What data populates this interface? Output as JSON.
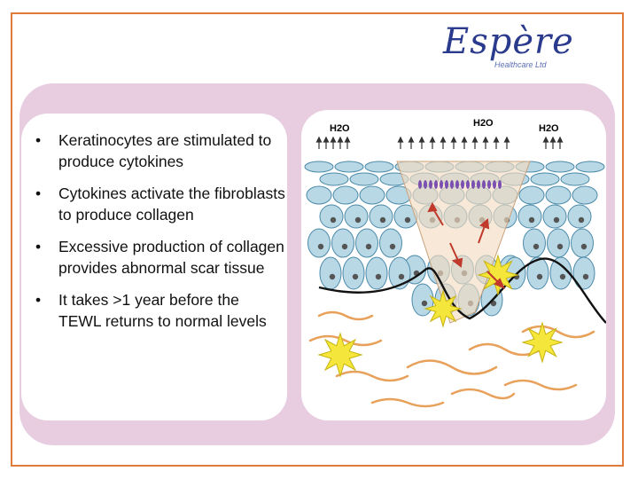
{
  "logo": {
    "brand": "Espère",
    "sub": "Healthcare Ltd"
  },
  "bullets": [
    "Keratinocytes are stimulated to produce cytokines",
    "Cytokines activate the fibroblasts to produce collagen",
    "Excessive production of collagen provides abnormal scar tissue",
    "It takes >1 year before the TEWL returns to normal levels"
  ],
  "diagram": {
    "water_labels": [
      "H2O",
      "H2O",
      "H2O"
    ]
  },
  "colors": {
    "frame": "#e07b39",
    "panel": "#e8cde1",
    "logo": "#2a3a8c",
    "cell_fill": "#b9d8e6",
    "cell_stroke": "#4b8aa8",
    "collagen": "#e8a15a",
    "star": "#f4e63a"
  }
}
